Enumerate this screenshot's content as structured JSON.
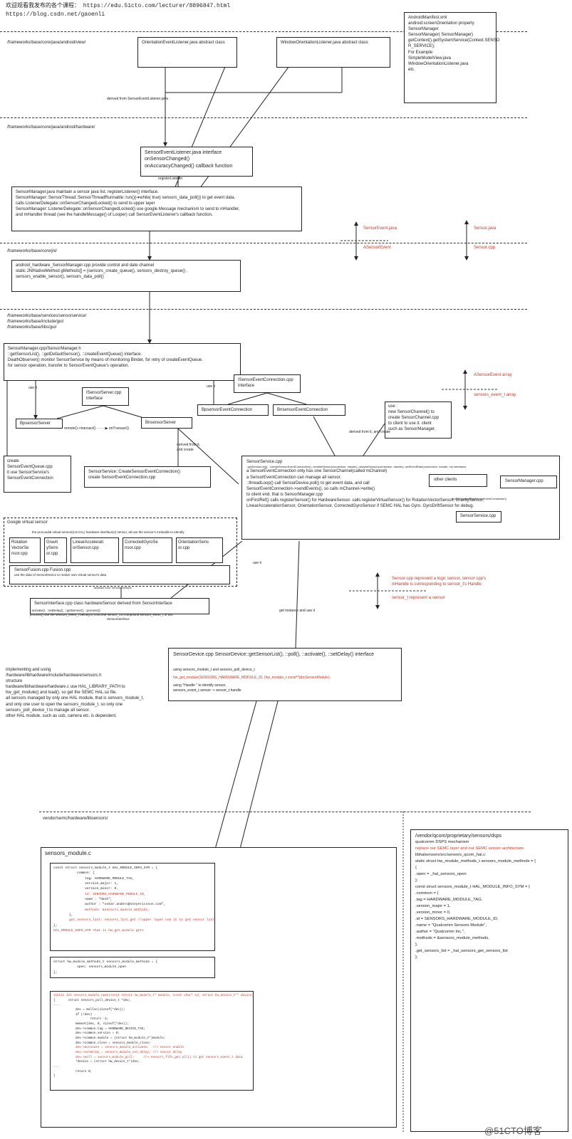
{
  "header": {
    "line1": "欢迎观看我发布的各个课程： https://edu.51cto.com/lecturer/8896847.html",
    "line2": "https://blog.csdn.net/gaoenli"
  },
  "paths": {
    "view": "/frameworks/base/core/java/android/view/",
    "hardware": "/frameworks/base/core/java/android/hardware/",
    "jni": "/frameworks/base/core/jni/",
    "native": [
      "/frameworks/base/services/sensorservice/",
      "/frameworks/base/include/gui/",
      "/frameworks/base/libs/gui/"
    ],
    "vendor": "vendor/semc/hardware/libsensors/"
  },
  "boxes": {
    "orientation": "OrientationEventListener.java abstract class",
    "window_orientation": "WindowOrientationListener.java abstract class",
    "manifest": [
      "AndroidManifest.xml",
      "android:screenOrientation property",
      "",
      "SensorManager",
      "SensorManager( SensorManager)",
      "getContext().getSystemService(Context.SENSO",
      "R_SERVICE);",
      "",
      "For Example:",
      "SimpleModelView.java",
      "WindowOrientationListener.java",
      "etc."
    ],
    "derived_from": "derived from SensorEventListener.java",
    "listener": [
      "SensorEventListener.java      interface",
      "onSensorChanged()",
      "onAccuracyChanged()    callback function"
    ],
    "register_label": "registerListener",
    "sensor_manager_java": [
      "SensorManager.java     maintain a sensor java  list.        registerListener() interface.",
      "",
      "SensorManager::SensorThread::SensorThreadRunnable::run(){➔while( true)  sensors_data_poll()} to get event data.",
      "calls ListenerDelegate::onSensorChangedLocked() to send to upper layer",
      "SensorManager::ListenerDelegate::onSensorChangedLocked() use google Message mechanism to send to mHandler,",
      "and mHandler thread (see the handleMessage() of Looper) call SensorEventListener's callback function."
    ],
    "jni": [
      "android_hardware_SensorManager.cpp     provide control and date channel",
      "",
      "static JNINativeMethod gMethods[] = {sensors_create_queue(), sensors_destroy_queue() ,",
      "sensors_enable_sensor(),  sensors_data_poll()"
    ],
    "sensor_manager_cpp": [
      "SensorManager.cpp/SensorManager.h",
      "::getSensorList(), ::getDefaultSensor(), ::createEventQueue() interface.",
      "DeathObserver() monitor SensorService by means of monitoring Binder, for retry of createEventQueue.",
      "for sensor operation, transfer to SensorEventQueue's operation."
    ],
    "use_it": "use it",
    "isensor_server": [
      "ISensorServer.cpp",
      "interface"
    ],
    "bp_server": "BpsensorServer",
    "bn_server": "BnsensorServer",
    "remote_connect": "remote()->transact()  ·······▶  onTransact()",
    "isensor_event_conn": [
      "ISensorEventConnection.cpp",
      "interface"
    ],
    "use_it_2": "use it",
    "bp_event_conn": "BpsensorEventConnection",
    "bn_event_conn": "BnsensorEventConnection",
    "use_channel": [
      "use :",
      "new SensorChannel() to",
      "create SensorChannel.cpp",
      "to client to use it. client",
      "such as SensorManager."
    ],
    "derived_from_create": "derived from it, and create",
    "derived_from_it": [
      "derived from it,",
      "and create"
    ],
    "create_queue": [
      "create",
      "SensorEventQueue.cpp",
      "",
      "it use SensorService's",
      "SensorEventConnection"
    ],
    "create_conn": [
      "SensorService::CreateSensorEventConnection()",
      "create SensorEventConnection.cpp"
    ],
    "sensor_service": [
      "SensorService.cpp",
      "::getSensorList(),  ::createSensorEventConnection(),::enableSensor(connection, handle),::disableSensor(connection, handle),::setEventRate(connection, handle, ns)   interfaces",
      "",
      "a SensorEventConnection only has one SensorChannel(called mChannel)",
      "a SensorEventConnection can manage all sensor.",
      "",
      "::threadLoop() call SensorDevice.poll() to get event data, and call",
      "SensorEventConnection->sendEvents(), so calls mChannel->write()",
      "to client end. that is SensorManager.cpp",
      "",
      "onFirstRef() calls registerSensor() for HardwareSensor. calls registerVirtualSensor() for RotationVectorSensor, GravitySensor,",
      "LinearAccelerationSensor, OrientationSensor, CorrectedGyroSensor if SEMC HAL has Gyro.          GyroDriftSensor  for debug."
    ],
    "other_clients": "other clients",
    "sensor_manager_cpp_small": "SensorManager.cpp",
    "active_conn": "ActiveConnection(SensorEventConnection)",
    "sensor_service_small": "SensorService.cpp",
    "google_virtual": {
      "title": "Google virtual sensor",
      "desc": "the procoudal virtual sensor(not HAL) hardware interface(s) sensor, all use the sensor's mHandle to identify.",
      "items": [
        [
          "Rotation",
          "VectorSe",
          "nsor.cpp"
        ],
        [
          "Gravit",
          "ySens",
          "or.cpp"
        ],
        [
          "LinearAccelerati",
          "onSensor.cpp"
        ],
        [
          "CorrectedGyroSe",
          "nsor.cpp"
        ],
        [
          "OrientationSens",
          "or.cpp"
        ]
      ],
      "fusion": "SensorFusion.cpp      Fusion.cpp",
      "fusion_desc": "use the data of SensorDevice to realize own virtual sensor's data",
      "abstract": "abstract from SensorInterface"
    },
    "use_it_3": "use it",
    "sensor_interface": [
      "SensorInterface.cpp          class hardwareSensor  derived from SensorInterface",
      "                        ::activate(), ::setDelay(), ::getSensor(), ::process()",
      "process() use the sensors_event_t belong to concrete sensor_t to compound sensors_event_t of this",
      "SensorInterface"
    ],
    "get_instance": "get instance and use it",
    "sensor_device": [
      "SensorDevice.cpp     SensorDevice::getSensorList(), ::poll(), ::activate(), ::setDelay()      interface"
    ],
    "sensor_device_code": [
      "using   sensors_module_t   and   sensors_poll_device_t",
      "hw_get_module(SENSORS_HARDWARE_MODULE_ID, (hw_module_t const**)&mSensorModule);",
      "using  \"Handle \" to identify sensor.",
      "sensors_event_t.sensor     ⇒   sensor_t.handle"
    ],
    "hal_text": [
      "implementing  and using",
      "/hardware/libhardware/include/hardware/sensors.h",
      "structure",
      "",
      "hardware/libhardware/hardware.c use HAL_LIBRARY_PATH to",
      "hw_get_module() and load(). so get the SEMC HAL.so file.",
      "all sensors managed by only one HAL module, that is sensors_module_t,",
      "and only one user to open the sensors_module_t, so only one",
      "sensors_poll_device_t to manage all sensor.",
      "",
      "other HAL module, such as usb, camera etc. is dependent."
    ],
    "sensors_module_title": "sensors_module.c",
    "code1": [
      "const struct sensors_module_t HAL_MODULE_INFO_SYM = {",
      "            common: {",
      "                tag: HARDWARE_MODULE_TAG,",
      "                version_major: 1,",
      "                version_minor: 0,",
      "                id: SENSORS_HARDWARE_MODULE_ID,",
      "                name : \"dash\",",
      "                author : \"oskar.andero@sonyericsson.com\",",
      "                methods: &sensors_module_methods,",
      "        },",
      "        get_sensors_list: sensors_list_get //upper layer use it to get sensor list",
      "};",
      "HAL_MODULE_INFO_SYM that is hw_get_module gets"
    ],
    "code2": [
      "struct hw_module_methods_t sensors_module_methods = {",
      "            open: sensors_module_open",
      "};"
    ],
    "code3": [
      "static int sensors_module_open(const struct hw_module_t* module, const char* id, struct hw_device_t** device)",
      "{       struct sensors_poll_device_t *dev;",
      "...",
      "            dev = malloc(sizeof(*dev));",
      "            if (!dev)",
      "                    return -1;",
      "            memset(dev, 0, sizeof(*dev));",
      "            dev->common.tag = HARDWARE_DEVICE_TAG;",
      "            dev->common.version = 0;",
      "            dev->common.module = (struct hw_module_t*)module;",
      "            dev->common.close = sensors_module_close;",
      "            dev->activate = sensors_module_activate;  //➔ sensor enable",
      "            dev->setDelay = sensors_module_set_delay; //➔ sensor delay",
      "            dev->poll = sensors_module_poll;     //➔ sensors_fifo_get_all() to get sensors_event_t data",
      "",
      "            *device = (struct hw_device_t*)dev;",
      "...",
      "            return 0;",
      "}"
    ],
    "qcom": [
      "/vendor/qcom/proprietary/sensors/dsps",
      "",
      "qualcomm DSPS mechanism",
      "",
      "replace our SEMC layer and our SEMC sensor architecture.",
      "",
      "libhalsensors/src/sensors_qcom_hal.c:",
      "static struct hw_module_methods_t sensors_module_methods = {",
      "{",
      "      .open = _hal_sensors_open",
      "};",
      "",
      "const struct sensors_module_t HAL_MODULE_INFO_SYM = {",
      "      .common = {",
      "          .tag = HARDWARE_MODULE_TAG,",
      "          .version_major = 1,",
      "          .version_minor = 0,",
      "          .id = SENSORS_HARDWARE_MODULE_ID,",
      "          .name = \"Qualcomm Sensors Module\",",
      "          .author = \"Qualcomm Inc.\",",
      "          .methods = &sensors_module_methods,",
      "      },",
      "      .get_sensors_list = _hal_sensors_get_sensors_list",
      "};"
    ]
  },
  "annotations": {
    "sensor_event_java": "SensorEvent.java",
    "asensor_event": "ASensorEvent",
    "sensor_java": "Sensor.java",
    "sensor_cpp": "Sensor.cpp",
    "asensor_event_array": "ASensorEvent  array",
    "sensors_event_array": "sensors_event_t  array",
    "sensor_cpp_note": [
      "Sensor.cpp represent a logic sensor, sensor cpp's",
      "mHandle is corresponding to sensor_t's Handle"
    ],
    "sensor_t_note": "sensor_t  represent a sensor"
  },
  "watermark": "@51CTO博客",
  "colors": {
    "red": "#c0392b",
    "blue": "#1a4fb3"
  }
}
